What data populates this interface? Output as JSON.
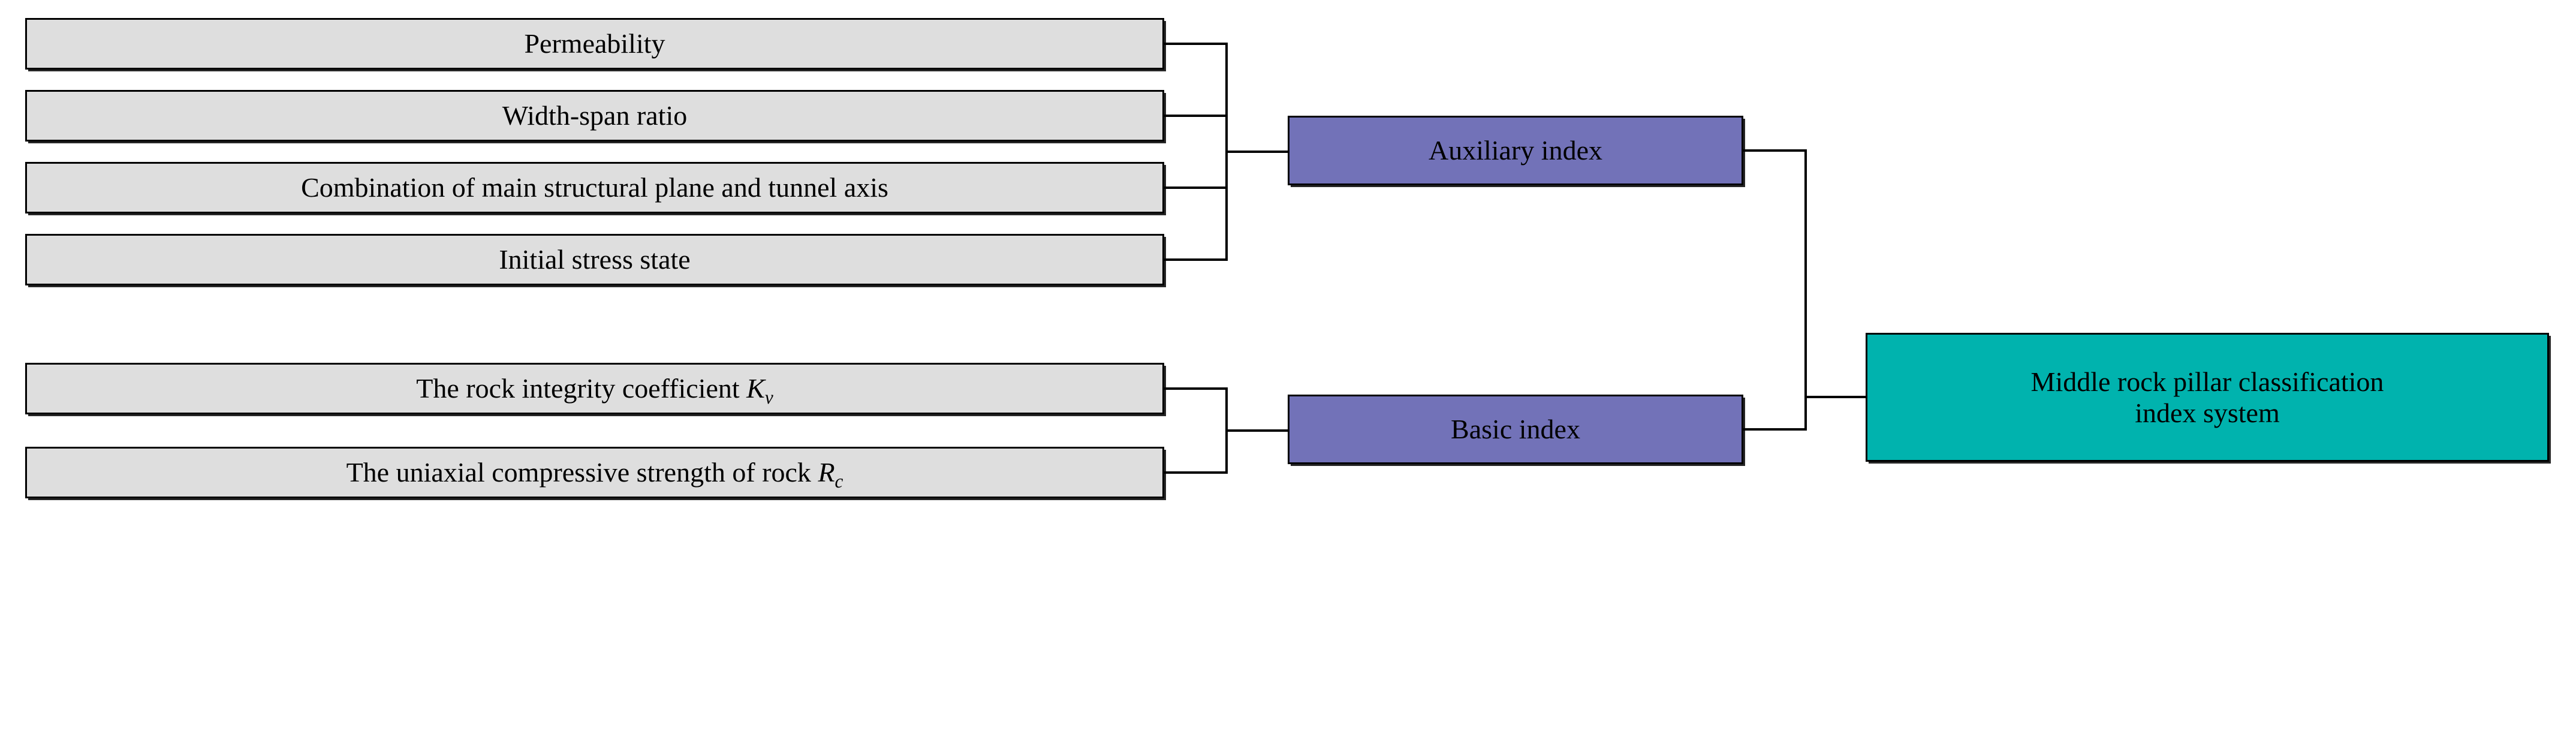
{
  "diagram": {
    "title": "Middle rock pillar classification index system",
    "type": "hierarchy-tree",
    "orientation": "left-to-right",
    "colors": {
      "leaf_fill": "#dedede",
      "mid_fill": "#7272b8",
      "root_fill": "#00b3ae",
      "stroke": "#000000",
      "background": "#ffffff"
    }
  },
  "leaves": {
    "auxiliary": [
      {
        "id": "permeability",
        "text": "Permeability"
      },
      {
        "id": "width-span-ratio",
        "text": "Width-span ratio"
      },
      {
        "id": "structural-plane-tunnel-axis",
        "text": "Combination of main structural plane and tunnel axis"
      },
      {
        "id": "initial-stress-state",
        "text": "Initial stress state"
      }
    ],
    "basic": [
      {
        "id": "rock-integrity-coefficient",
        "text": "The rock integrity coefficient Kv",
        "prefix": "The rock integrity coefficient ",
        "symbol": "K",
        "subscript": "v"
      },
      {
        "id": "uniaxial-compressive-strength",
        "text": "The uniaxial compressive strength of rock Rc",
        "prefix": "The uniaxial compressive strength of rock ",
        "symbol": "R",
        "subscript": "c"
      }
    ]
  },
  "groups": {
    "auxiliary": {
      "id": "auxiliary-index",
      "text": "Auxiliary index"
    },
    "basic": {
      "id": "basic-index",
      "text": "Basic index"
    }
  },
  "root": {
    "id": "middle-rock-pillar-classification-index-system",
    "line1": "Middle rock pillar classification",
    "line2": "index system"
  }
}
